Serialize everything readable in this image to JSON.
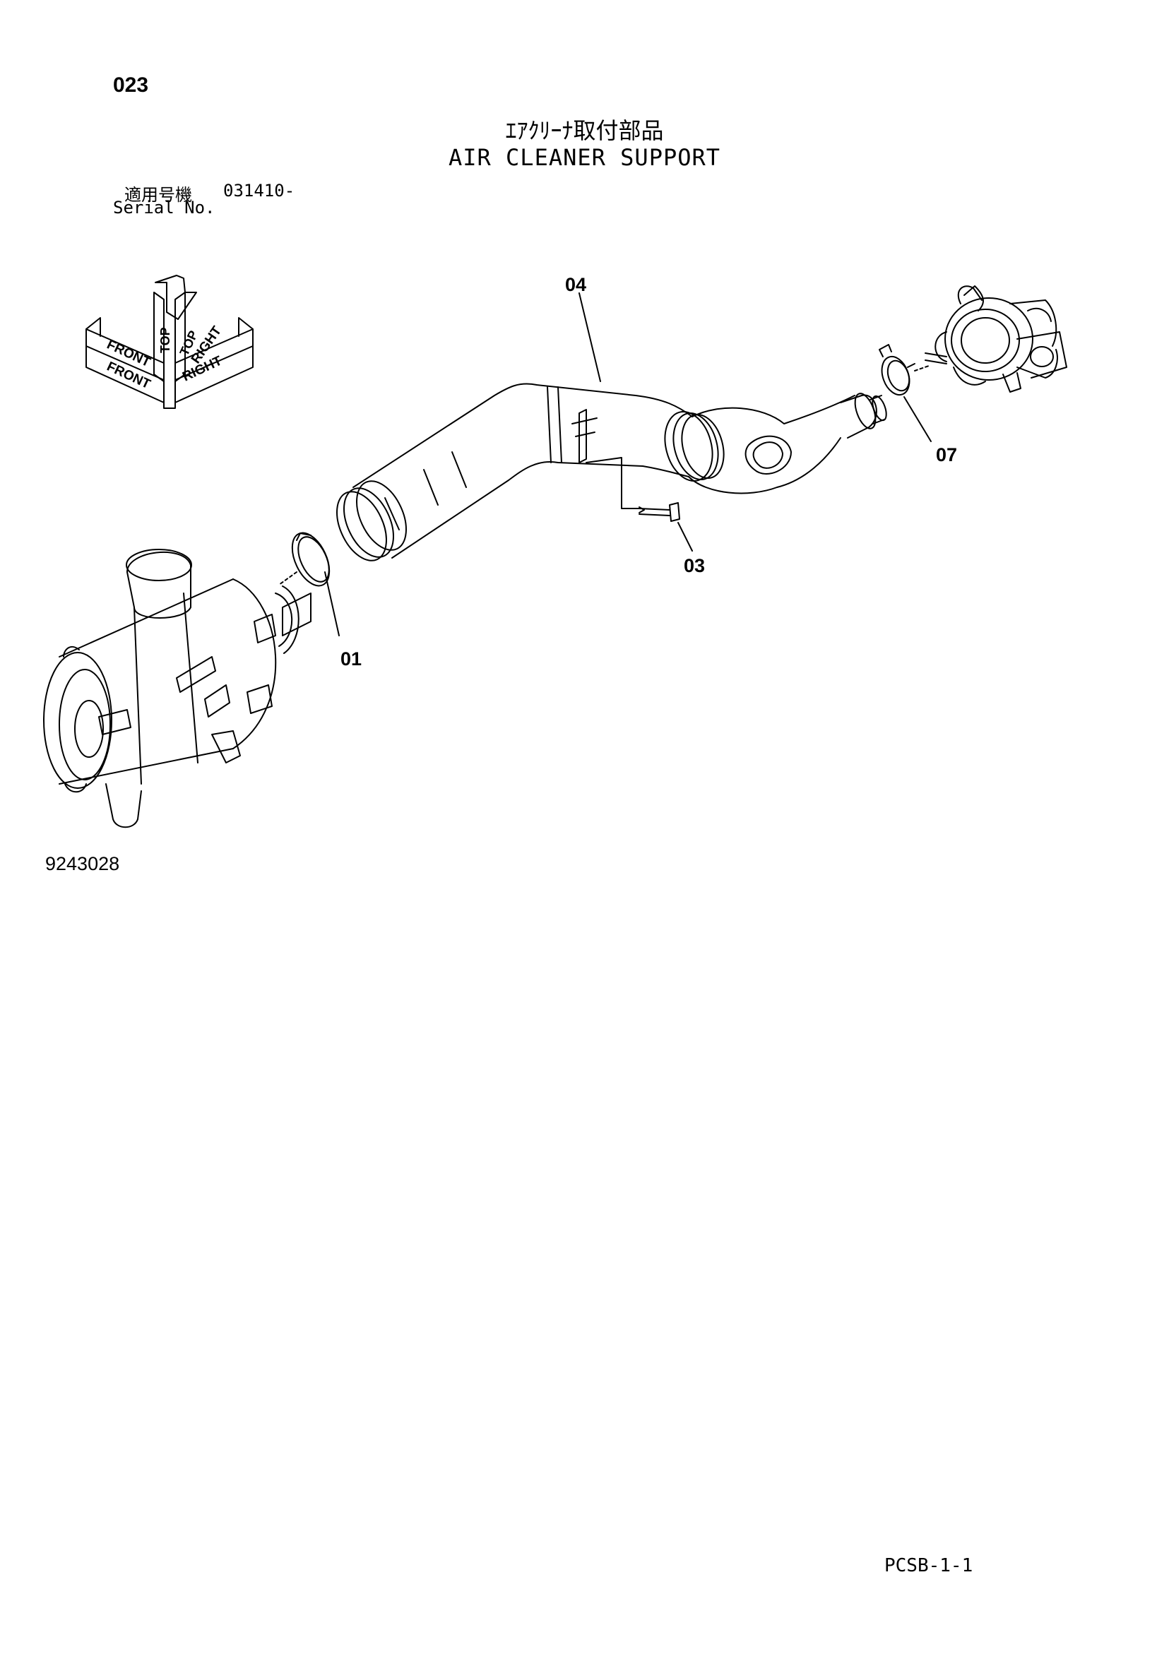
{
  "header": {
    "page_number": "023",
    "title_jp": "ｴｱｸﾘｰﾅ取付部品",
    "title_en": "AIR CLEANER SUPPORT",
    "serial_label_jp": "適用号機",
    "serial_value": "031410-",
    "serial_label_en": "Serial No."
  },
  "orientation": {
    "front": "FRONT",
    "top": "TOP",
    "right": "RIGHT"
  },
  "callouts": [
    {
      "id": "01"
    },
    {
      "id": "03"
    },
    {
      "id": "04"
    },
    {
      "id": "07"
    }
  ],
  "footer": {
    "drawing_number": "9243028",
    "sheet_code": "PCSB-1-1"
  }
}
